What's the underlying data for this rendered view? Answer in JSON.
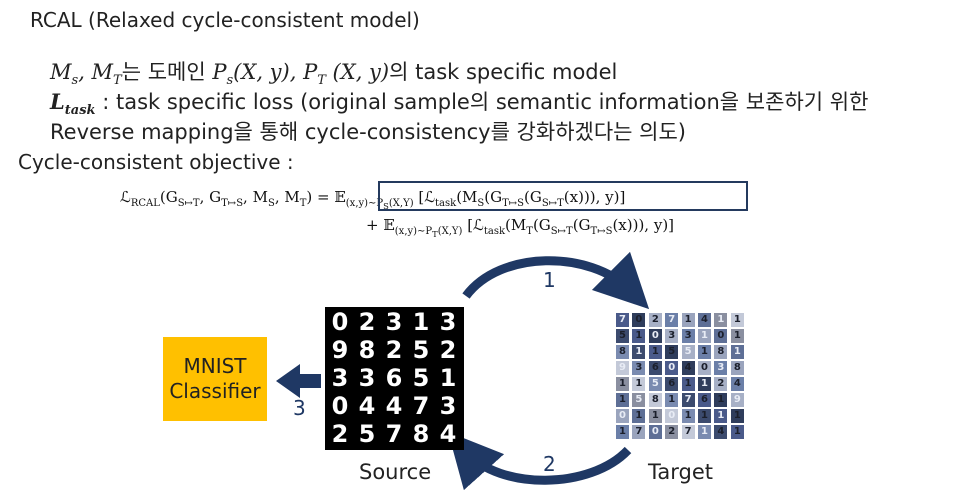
{
  "slide": {
    "title": "RCAL (Relaxed cycle-consistent model)",
    "line1_models": "M",
    "line1_rest": "는 도메인 ",
    "line1_tail": "의 task specific model",
    "line2_label": "L",
    "line2_text": ": task specific loss (original sample의 semantic information을 보존하기 위한",
    "line3_text": "Reverse mapping을 통해 cycle-consistency를 강화하겠다는 의도)",
    "objective_label": "Cycle-consistent objective :"
  },
  "equation": {
    "lhs": "ℒ",
    "row1": "ℒRCAL(GS↦T, GT↦S, MS, MT) = 𝔼(x,y)∼PS(X,Y) [ℒtask(MS(GT↦S(GS↦T(x))), y)]",
    "row2": "+ 𝔼(x,y)∼PT(X,Y) [ℒtask(MT(GS↦T(GT↦S(x))), y)]"
  },
  "diagram": {
    "classifier_line1": "MNIST",
    "classifier_line2": "Classifier",
    "source_label": "Source",
    "target_label": "Target",
    "step1": "1",
    "step2": "2",
    "step3": "3",
    "source_digits": [
      "0",
      "2",
      "3",
      "1",
      "3",
      "9",
      "8",
      "2",
      "5",
      "2",
      "3",
      "3",
      "6",
      "5",
      "1",
      "0",
      "4",
      "4",
      "7",
      "3",
      "2",
      "5",
      "7",
      "8",
      "4"
    ],
    "target_digits": [
      "7",
      "0",
      "2",
      "7",
      "1",
      "4",
      "1",
      "1",
      "5",
      "1",
      "0",
      "3",
      "3",
      "1",
      "0",
      "1",
      "8",
      "1",
      "1",
      "5",
      "5",
      "1",
      "8",
      "1",
      "9",
      "3",
      "6",
      "0",
      "4",
      "0",
      "3",
      "8",
      "1",
      "1",
      "5",
      "6",
      "1",
      "1",
      "2",
      "4",
      "1",
      "5",
      "8",
      "1",
      "7",
      "6",
      "1",
      "9",
      "0",
      "1",
      "1",
      "0",
      "1",
      "1",
      "1",
      "1",
      "1"
    ],
    "colors": {
      "accent": "#ffc000",
      "arrow": "#1f3864",
      "box": "#243a5e"
    }
  }
}
